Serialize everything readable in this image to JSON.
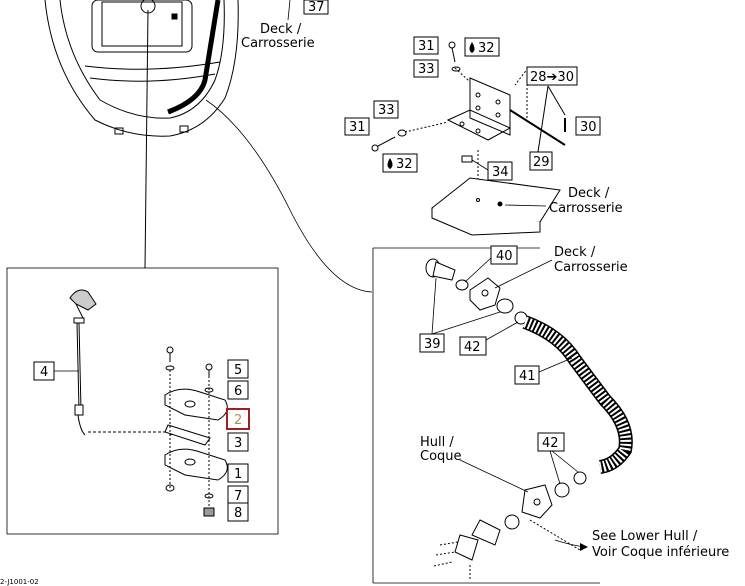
{
  "labels": {
    "deck_top": "Deck /",
    "carrosserie_top": "Carrosserie",
    "deck_mid": "Deck /",
    "carrosserie_mid": "Carrosserie",
    "deck_right": "Deck /",
    "carrosserie_right": "Carrosserie",
    "hull": "Hull /",
    "coque": "Coque",
    "see_lower_hull": "See Lower Hull /",
    "voir_coque": "Voir Coque inférieure",
    "ref_code": "2-J1001-02"
  },
  "callouts": {
    "c37": "37",
    "c31a": "31",
    "c32a": "32",
    "c33a": "33",
    "c28_30": "28➔30",
    "c33b": "33",
    "c31b": "31",
    "c30": "30",
    "c32b": "32",
    "c29": "29",
    "c34": "34",
    "c40": "40",
    "c39": "39",
    "c42a": "42",
    "c41": "41",
    "c42b": "42",
    "c4": "4",
    "c5": "5",
    "c6": "6",
    "c2": "2",
    "c3": "3",
    "c1": "1",
    "c7": "7",
    "c8": "8"
  },
  "colors": {
    "highlight_border": "#a02020",
    "highlight_text": "#b09050"
  },
  "icons": [
    "drop-icon"
  ]
}
